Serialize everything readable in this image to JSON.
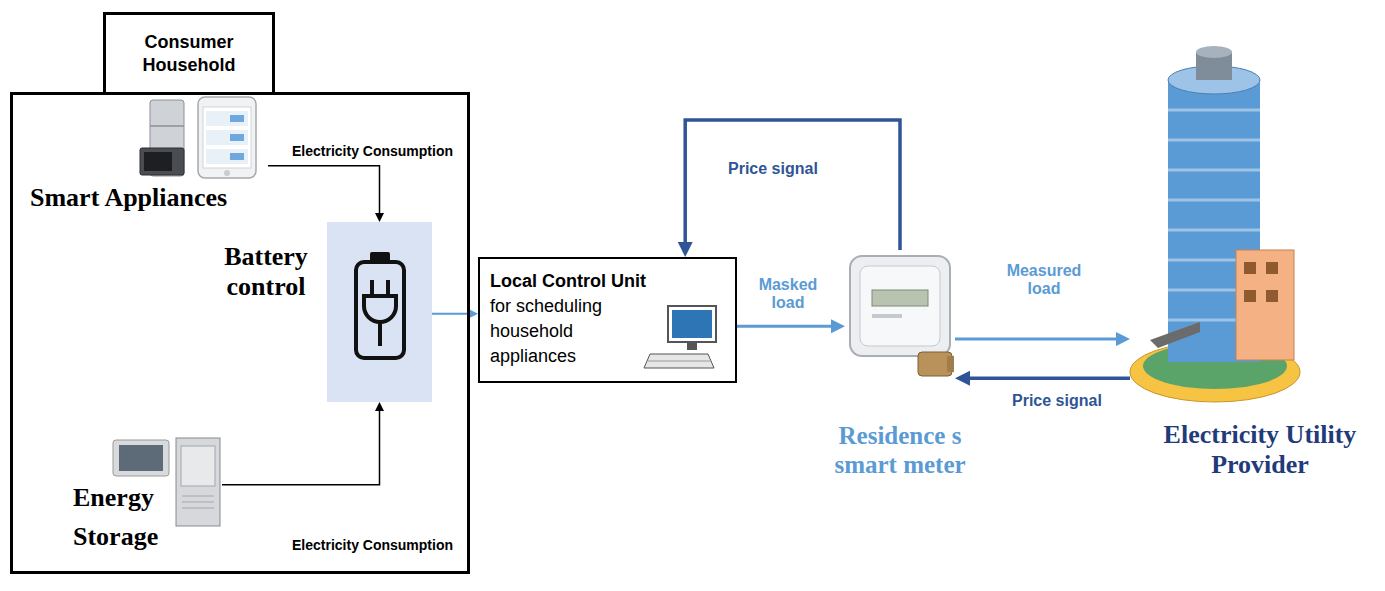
{
  "diagram": {
    "nodes": [
      {
        "text": [
          "Consumer Household"
        ]
      },
      {
        "text": [
          "Smart Appliances"
        ],
        "in": 0
      },
      {
        "text": [
          "Battery control"
        ],
        "in": 0
      },
      {
        "text": [
          "Energy Storage"
        ],
        "in": 0
      },
      {
        "text": [
          "Local Control Unit",
          "for scheduling household appliances"
        ]
      },
      {
        "text": [
          "Residence s smart meter"
        ]
      },
      {
        "text": [
          "Electricity Utility Provider"
        ]
      }
    ],
    "edges": [
      {
        "from": 1,
        "to": 2,
        "label": "Electricity Consumption",
        "arrow": "to"
      },
      {
        "from": 3,
        "to": 2,
        "label": "Electricity Consumption",
        "arrow": "to"
      },
      {
        "from": 2,
        "to": 4,
        "arrow": "to"
      },
      {
        "from": 4,
        "to": 5,
        "label": "Masked load",
        "arrow": "to"
      },
      {
        "from": 5,
        "to": 4,
        "label": "Price signal",
        "arrow": "to"
      },
      {
        "from": 5,
        "to": 6,
        "label": "Measured load",
        "arrow": "to"
      },
      {
        "from": 6,
        "to": 5,
        "label": "Price signal",
        "arrow": "to"
      }
    ]
  }
}
